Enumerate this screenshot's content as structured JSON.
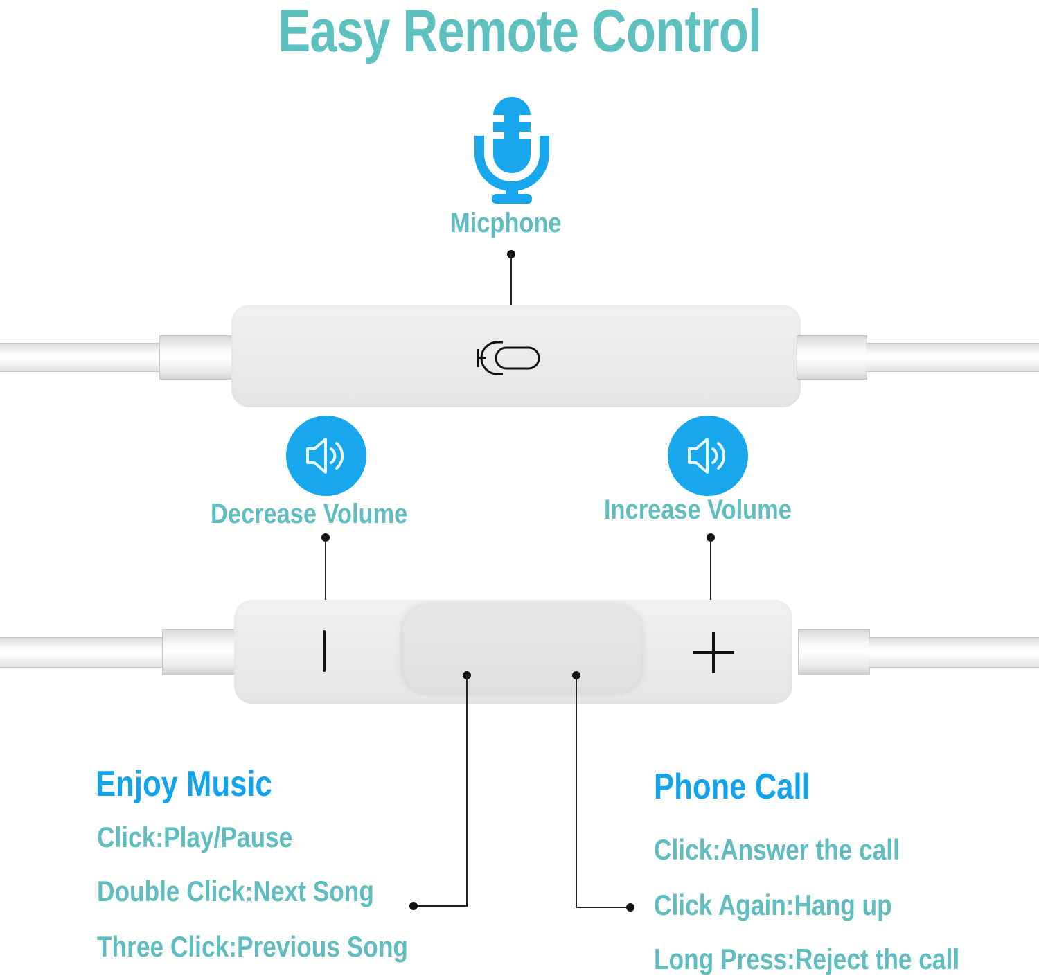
{
  "title": "Easy Remote Control",
  "icons": {
    "microphone": "microphone-icon",
    "volume_down": "speaker-icon",
    "volume_up": "speaker-icon",
    "remote_mic_glyph": "mic-hole-icon",
    "minus": "minus-icon",
    "plus": "plus-icon"
  },
  "labels": {
    "microphone": "Micphone",
    "decrease_volume": "Decrease Volume",
    "increase_volume": "Increase Volume"
  },
  "music": {
    "heading": "Enjoy Music",
    "items": [
      "Click:Play/Pause",
      "Double Click:Next Song",
      "Three Click:Previous Song"
    ]
  },
  "call": {
    "heading": "Phone Call",
    "items": [
      "Click:Answer the call",
      "Click Again:Hang up",
      "Long Press:Reject the call"
    ]
  },
  "colors": {
    "title_teal": "#5fc0c0",
    "heading_blue": "#11a4ec",
    "icon_blue": "#18a6ec",
    "connector": "#111111"
  }
}
